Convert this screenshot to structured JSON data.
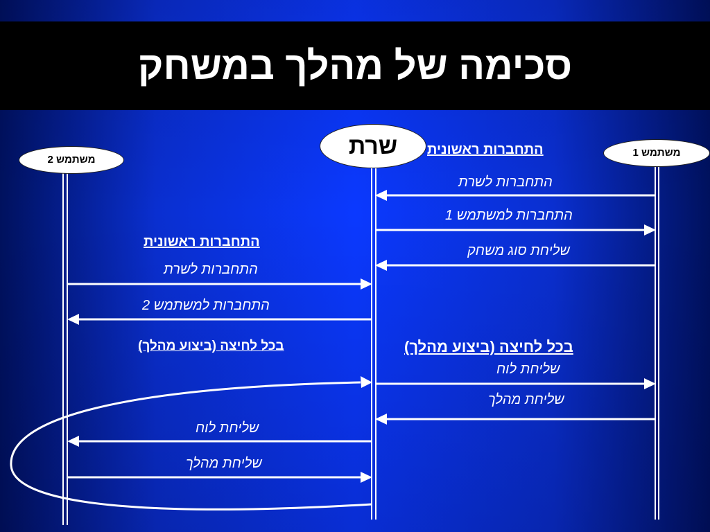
{
  "title": "סכימה של מהלך במשחק",
  "actors": {
    "user2": "משתמש 2",
    "server": "שרת",
    "user1": "משתמש 1"
  },
  "right_section": {
    "heading": "התחברות ראשונית",
    "msg_connect_server": "התחברות לשרת",
    "msg_connect_user": "התחברות למשתמש 1",
    "msg_send_game_type": "שליחת סוג משחק",
    "loop_heading": "בכל לחיצה (ביצוע מהלך)",
    "msg_send_board": "שליחת לוח",
    "msg_send_move": "שליחת מהלך"
  },
  "left_section": {
    "heading": "התחברות ראשונית",
    "msg_connect_server": "התחברות לשרת",
    "msg_connect_user": "התחברות למשתמש 2",
    "loop_heading": "בכל לחיצה (ביצוע מהלך)",
    "msg_send_board": "שליחת לוח",
    "msg_send_move": "שליחת מהלך"
  },
  "colors": {
    "background_center": "#0b39ff",
    "background_edge": "#00115e",
    "title_bar": "#000000",
    "lines": "#ffffff"
  }
}
